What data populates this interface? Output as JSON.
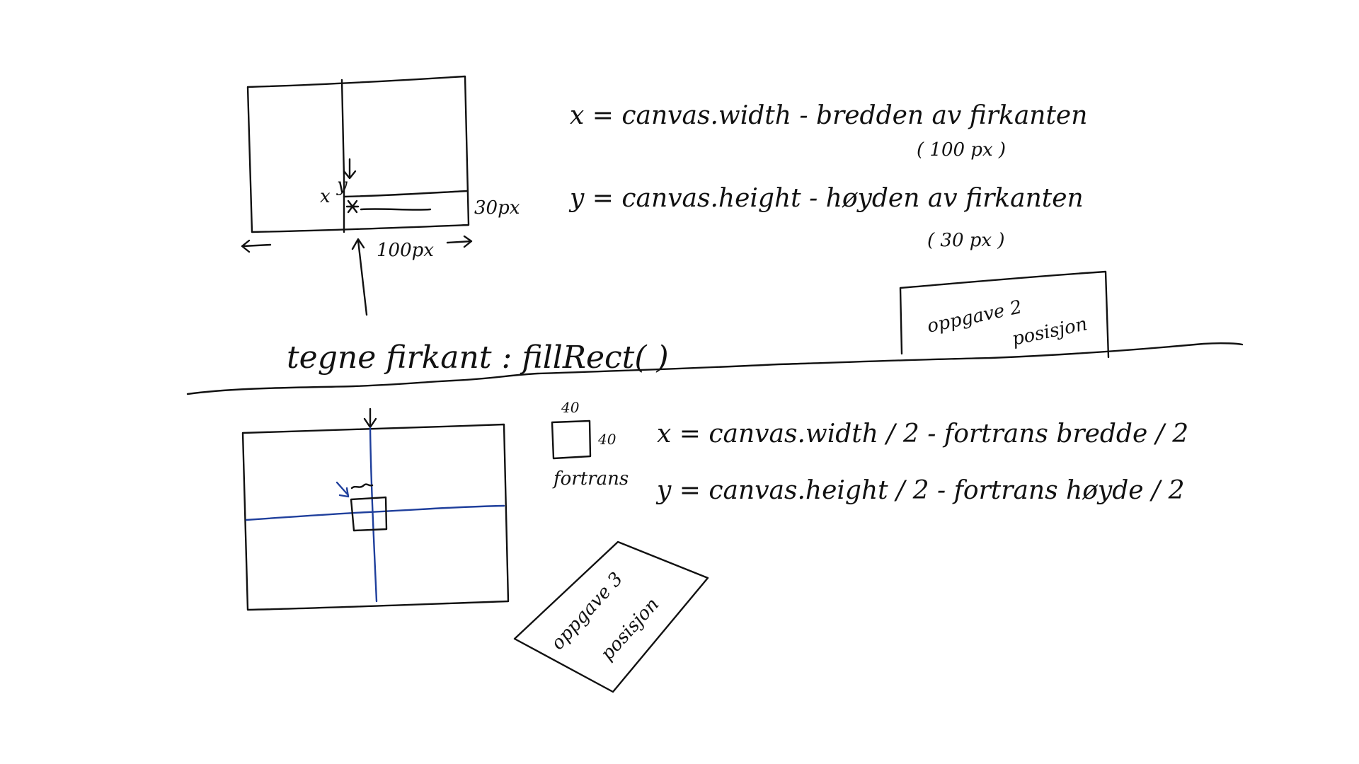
{
  "colors": {
    "ink": "#111111",
    "blue_ink": "#1f3f9c",
    "background": "#ffffff"
  },
  "task2": {
    "label_30px": "30px",
    "label_100px": "100px",
    "label_x": "x",
    "label_y": "y",
    "formula_x": "x = canvas.width  -  bredden  av  firkanten",
    "formula_x_note": "( 100 px )",
    "formula_y": "y =  canvas.height  -  høyden  av  firkanten",
    "formula_y_note": "( 30 px )",
    "caption": "tegne firkant :  fillRect( )",
    "stamp_line1": "oppgave 2",
    "stamp_line2": "posisjon"
  },
  "task3": {
    "box_width": "40",
    "box_height": "40",
    "box_label": "fortrans",
    "formula_x": "x = canvas.width / 2 -  fortrans  bredde / 2",
    "formula_y": "y = canvas.height / 2  - fortrans  høyde / 2",
    "stamp_line1": "oppgave 3",
    "stamp_line2": "posisjon"
  }
}
